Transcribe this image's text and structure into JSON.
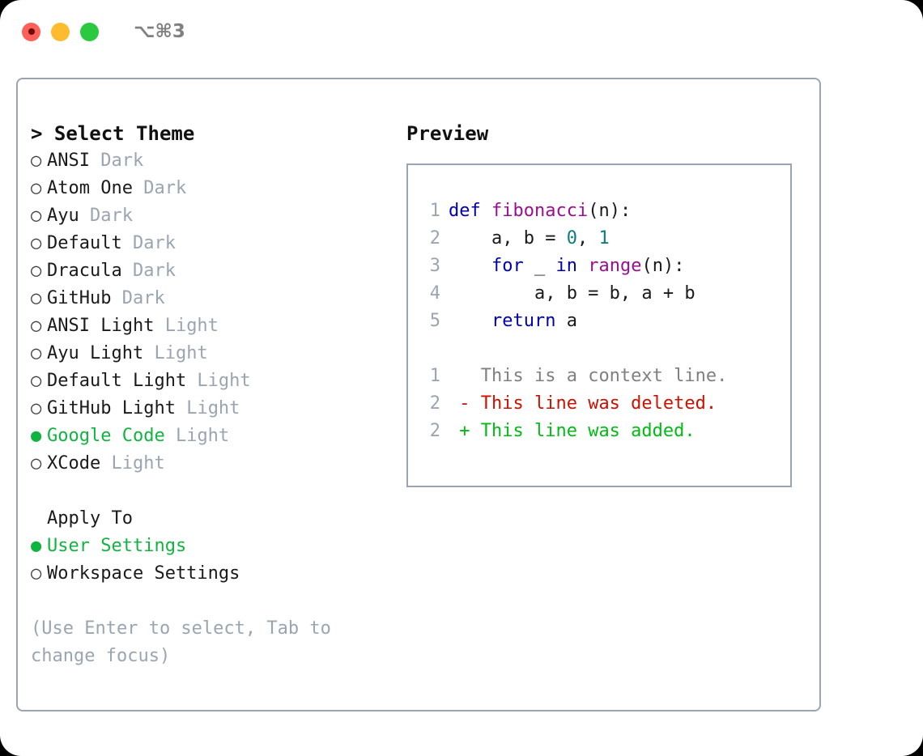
{
  "window": {
    "shortcut": "⌥⌘3",
    "traffic_lights": [
      "close-record",
      "minimize",
      "maximize"
    ]
  },
  "theme_picker": {
    "header": "> Select Theme",
    "options": [
      {
        "bullet": "○",
        "selected": false,
        "label": "ANSI",
        "variant": "Dark"
      },
      {
        "bullet": "○",
        "selected": false,
        "label": "Atom One",
        "variant": "Dark"
      },
      {
        "bullet": "○",
        "selected": false,
        "label": "Ayu",
        "variant": "Dark"
      },
      {
        "bullet": "○",
        "selected": false,
        "label": "Default",
        "variant": "Dark"
      },
      {
        "bullet": "○",
        "selected": false,
        "label": "Dracula",
        "variant": "Dark"
      },
      {
        "bullet": "○",
        "selected": false,
        "label": "GitHub",
        "variant": "Dark"
      },
      {
        "bullet": "○",
        "selected": false,
        "label": "ANSI Light",
        "variant": "Light"
      },
      {
        "bullet": "○",
        "selected": false,
        "label": "Ayu Light",
        "variant": "Light"
      },
      {
        "bullet": "○",
        "selected": false,
        "label": "Default Light",
        "variant": "Light"
      },
      {
        "bullet": "○",
        "selected": false,
        "label": "GitHub Light",
        "variant": "Light"
      },
      {
        "bullet": "●",
        "selected": true,
        "label": "Google Code",
        "variant": "Light"
      },
      {
        "bullet": "○",
        "selected": false,
        "label": "XCode",
        "variant": "Light"
      }
    ]
  },
  "apply_to": {
    "header": "Apply To",
    "options": [
      {
        "bullet": "●",
        "selected": true,
        "label": "User Settings"
      },
      {
        "bullet": "○",
        "selected": false,
        "label": "Workspace Settings"
      }
    ]
  },
  "hint": "(Use Enter to select, Tab to change focus)",
  "preview": {
    "title": "Preview",
    "code_lines": [
      {
        "n": "1",
        "tokens": [
          {
            "t": "def ",
            "c": "kw"
          },
          {
            "t": "fibonacci",
            "c": "fn"
          },
          {
            "t": "(n):",
            "c": "plain"
          }
        ]
      },
      {
        "n": "2",
        "tokens": [
          {
            "t": "    a, b = ",
            "c": "plain"
          },
          {
            "t": "0",
            "c": "num"
          },
          {
            "t": ", ",
            "c": "plain"
          },
          {
            "t": "1",
            "c": "num"
          }
        ]
      },
      {
        "n": "3",
        "tokens": [
          {
            "t": "    ",
            "c": "plain"
          },
          {
            "t": "for",
            "c": "kw"
          },
          {
            "t": " _ ",
            "c": "plain"
          },
          {
            "t": "in",
            "c": "kw"
          },
          {
            "t": " ",
            "c": "plain"
          },
          {
            "t": "range",
            "c": "fn"
          },
          {
            "t": "(n):",
            "c": "plain"
          }
        ]
      },
      {
        "n": "4",
        "tokens": [
          {
            "t": "        a, b = b, a + b",
            "c": "plain"
          }
        ]
      },
      {
        "n": "5",
        "tokens": [
          {
            "t": "    ",
            "c": "plain"
          },
          {
            "t": "return",
            "c": "kw"
          },
          {
            "t": " a",
            "c": "plain"
          }
        ]
      }
    ],
    "diff_lines": [
      {
        "n": "1",
        "marker": " ",
        "text": " This is a context line.",
        "cls": "ctx"
      },
      {
        "n": "2",
        "marker": "-",
        "text": " This line was deleted.",
        "cls": "del"
      },
      {
        "n": "2",
        "marker": "+",
        "text": " This line was added.",
        "cls": "add"
      }
    ]
  },
  "colors": {
    "border": "#9aa5b1",
    "selected_green": "#11b341",
    "muted": "#9aa5b1",
    "keyword": "#0000b3",
    "function": "#9b0f8f",
    "number": "#0d7d7d",
    "diff_deleted": "#cc1100",
    "diff_added": "#00bb14",
    "context": "#808080",
    "traffic_red": "#fc6058",
    "traffic_yellow": "#fdbc2f",
    "traffic_green": "#2bc93f"
  }
}
